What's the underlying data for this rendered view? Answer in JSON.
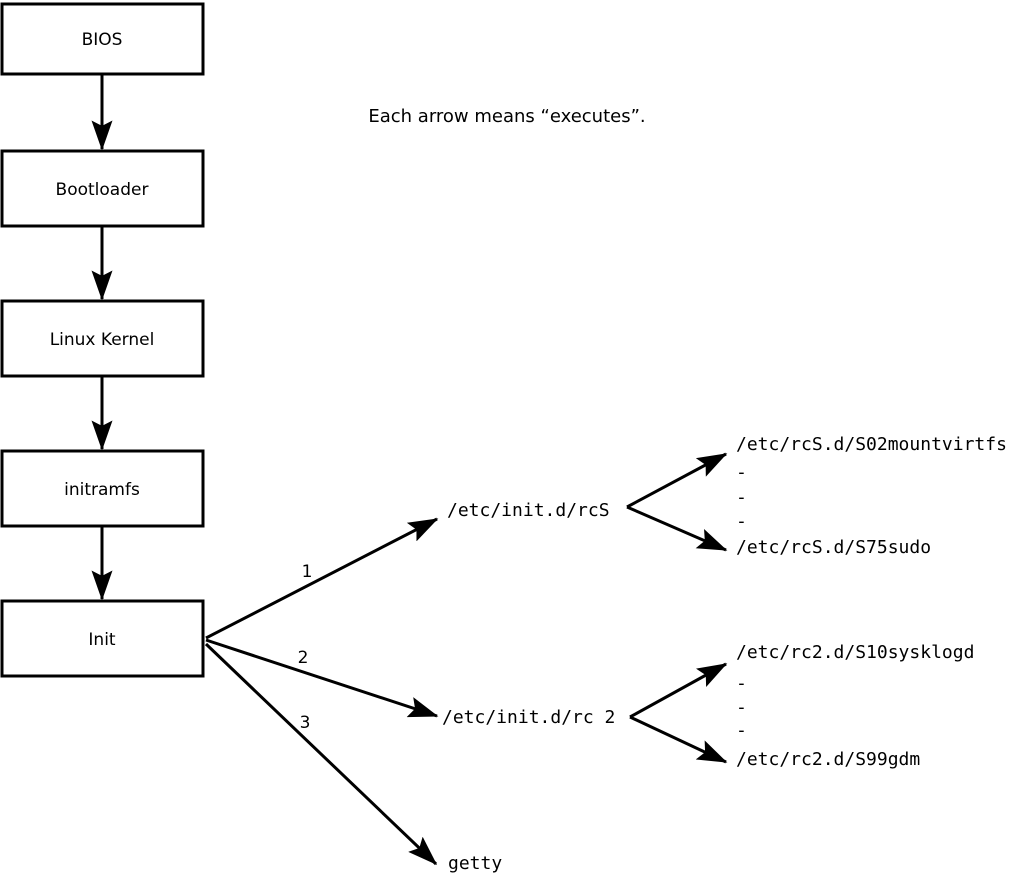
{
  "note": "Each arrow means “executes”.",
  "nodes": {
    "bios": "BIOS",
    "bootloader": "Bootloader",
    "kernel": "Linux Kernel",
    "initramfs": "initramfs",
    "init": "Init"
  },
  "colors": {
    "ink": "#000000",
    "background": "#ffffff"
  },
  "branches": [
    {
      "label": "1",
      "target": "/etc/init.d/rcS",
      "first_child": "/etc/rcS.d/S02mountvirtfs",
      "ellipsis": [
        "-",
        "-",
        "-"
      ],
      "last_child": "/etc/rcS.d/S75sudo"
    },
    {
      "label": "2",
      "target": "/etc/init.d/rc 2",
      "first_child": "/etc/rc2.d/S10sysklogd",
      "ellipsis": [
        "-",
        "-",
        "-"
      ],
      "last_child": "/etc/rc2.d/S99gdm"
    },
    {
      "label": "3",
      "target": "getty"
    }
  ]
}
